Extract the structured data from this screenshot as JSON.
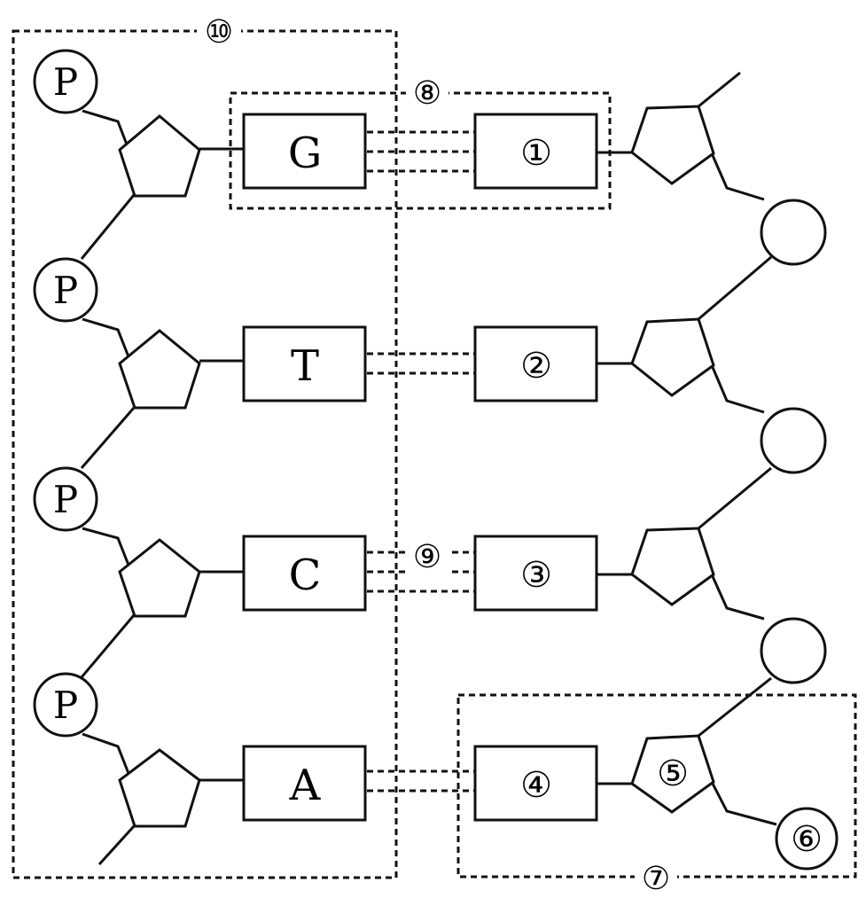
{
  "left_strand": {
    "phosphates": [
      "P",
      "P",
      "P",
      "P"
    ],
    "bases": [
      "G",
      "T",
      "C",
      "A"
    ]
  },
  "right_strand": {
    "bases": [
      "①",
      "②",
      "③",
      "④"
    ],
    "sugar_label": "⑤",
    "phosphate_label": "⑥"
  },
  "labels": {
    "strand_box": "⑩",
    "base_pair_box": "⑧",
    "hydrogen_bond": "⑨",
    "nucleotide_box": "⑦"
  }
}
